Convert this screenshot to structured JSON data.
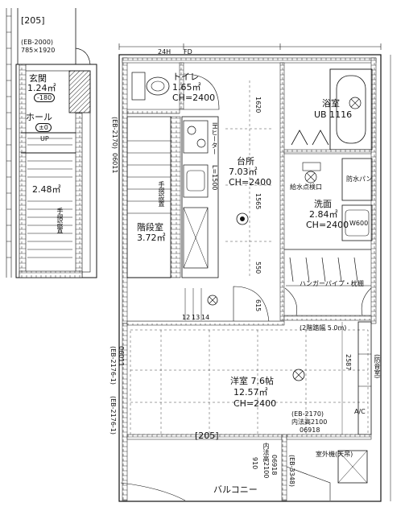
{
  "rooms": {
    "entrance": {
      "code": "[205]",
      "eb": "(EB-2000)",
      "size": "785×1920",
      "name": "玄関",
      "area": "1.24㎡",
      "level": "-180"
    },
    "hall": {
      "name": "ホール",
      "level": "±0",
      "up": "UP",
      "area": "2.48㎡",
      "stair_note": "手摺設置"
    },
    "toilet": {
      "name": "トイレ",
      "area": "1.65㎡",
      "ch": "CH=2400"
    },
    "bath": {
      "name": "浴室",
      "spec": "UB 1116"
    },
    "kitchen": {
      "name": "台所",
      "area": "7.03㎡",
      "ch": "CH=2400",
      "heater": "IHヒーター",
      "dim_1500": "L=1500"
    },
    "stair": {
      "name": "階段室",
      "area": "3.72㎡",
      "eb": "(EB-2170)",
      "rail": "手摺設置",
      "steps": [
        "12",
        "13",
        "14"
      ]
    },
    "washroom": {
      "name": "洗面",
      "area": "2.84㎡",
      "ch": "CH=2400",
      "faucet": "給水点検口",
      "pan": "防水パン",
      "wd": "W600",
      "hanger": "ハンガーパイプ・枕棚"
    },
    "western": {
      "name": "洋室 7.6帖",
      "area": "12.57㎡",
      "ch": "CH=2400",
      "code": "[205]",
      "eb": "(EB-2170)",
      "inner_height": "内法高2100",
      "door_no": "06918"
    },
    "balcony": {
      "name": "バルコニー",
      "outdoor_unit": "室外機(天吊)",
      "eb_left": "(EB-2176-1)",
      "eb_left2": "(EB-2176-1)",
      "eb_bottom": "(EB-3348)",
      "inner_bottom": "内法高2100",
      "door_bottom": "06918"
    }
  },
  "dimensions": {
    "d1620": "1620",
    "d1565": "1565",
    "d550": "550",
    "d615": "615",
    "d2587": "2587",
    "d910": "910",
    "d1500": "1500"
  },
  "notes": {
    "ceiling": "(2階踏幅 5.0m)",
    "eb2170_left": "(EB-2170)",
    "wall_left": "06011",
    "wall_left2": "06011",
    "d24h": "24H",
    "fd": "FD",
    "ac": "A/C",
    "boundary": "(防音室)"
  }
}
